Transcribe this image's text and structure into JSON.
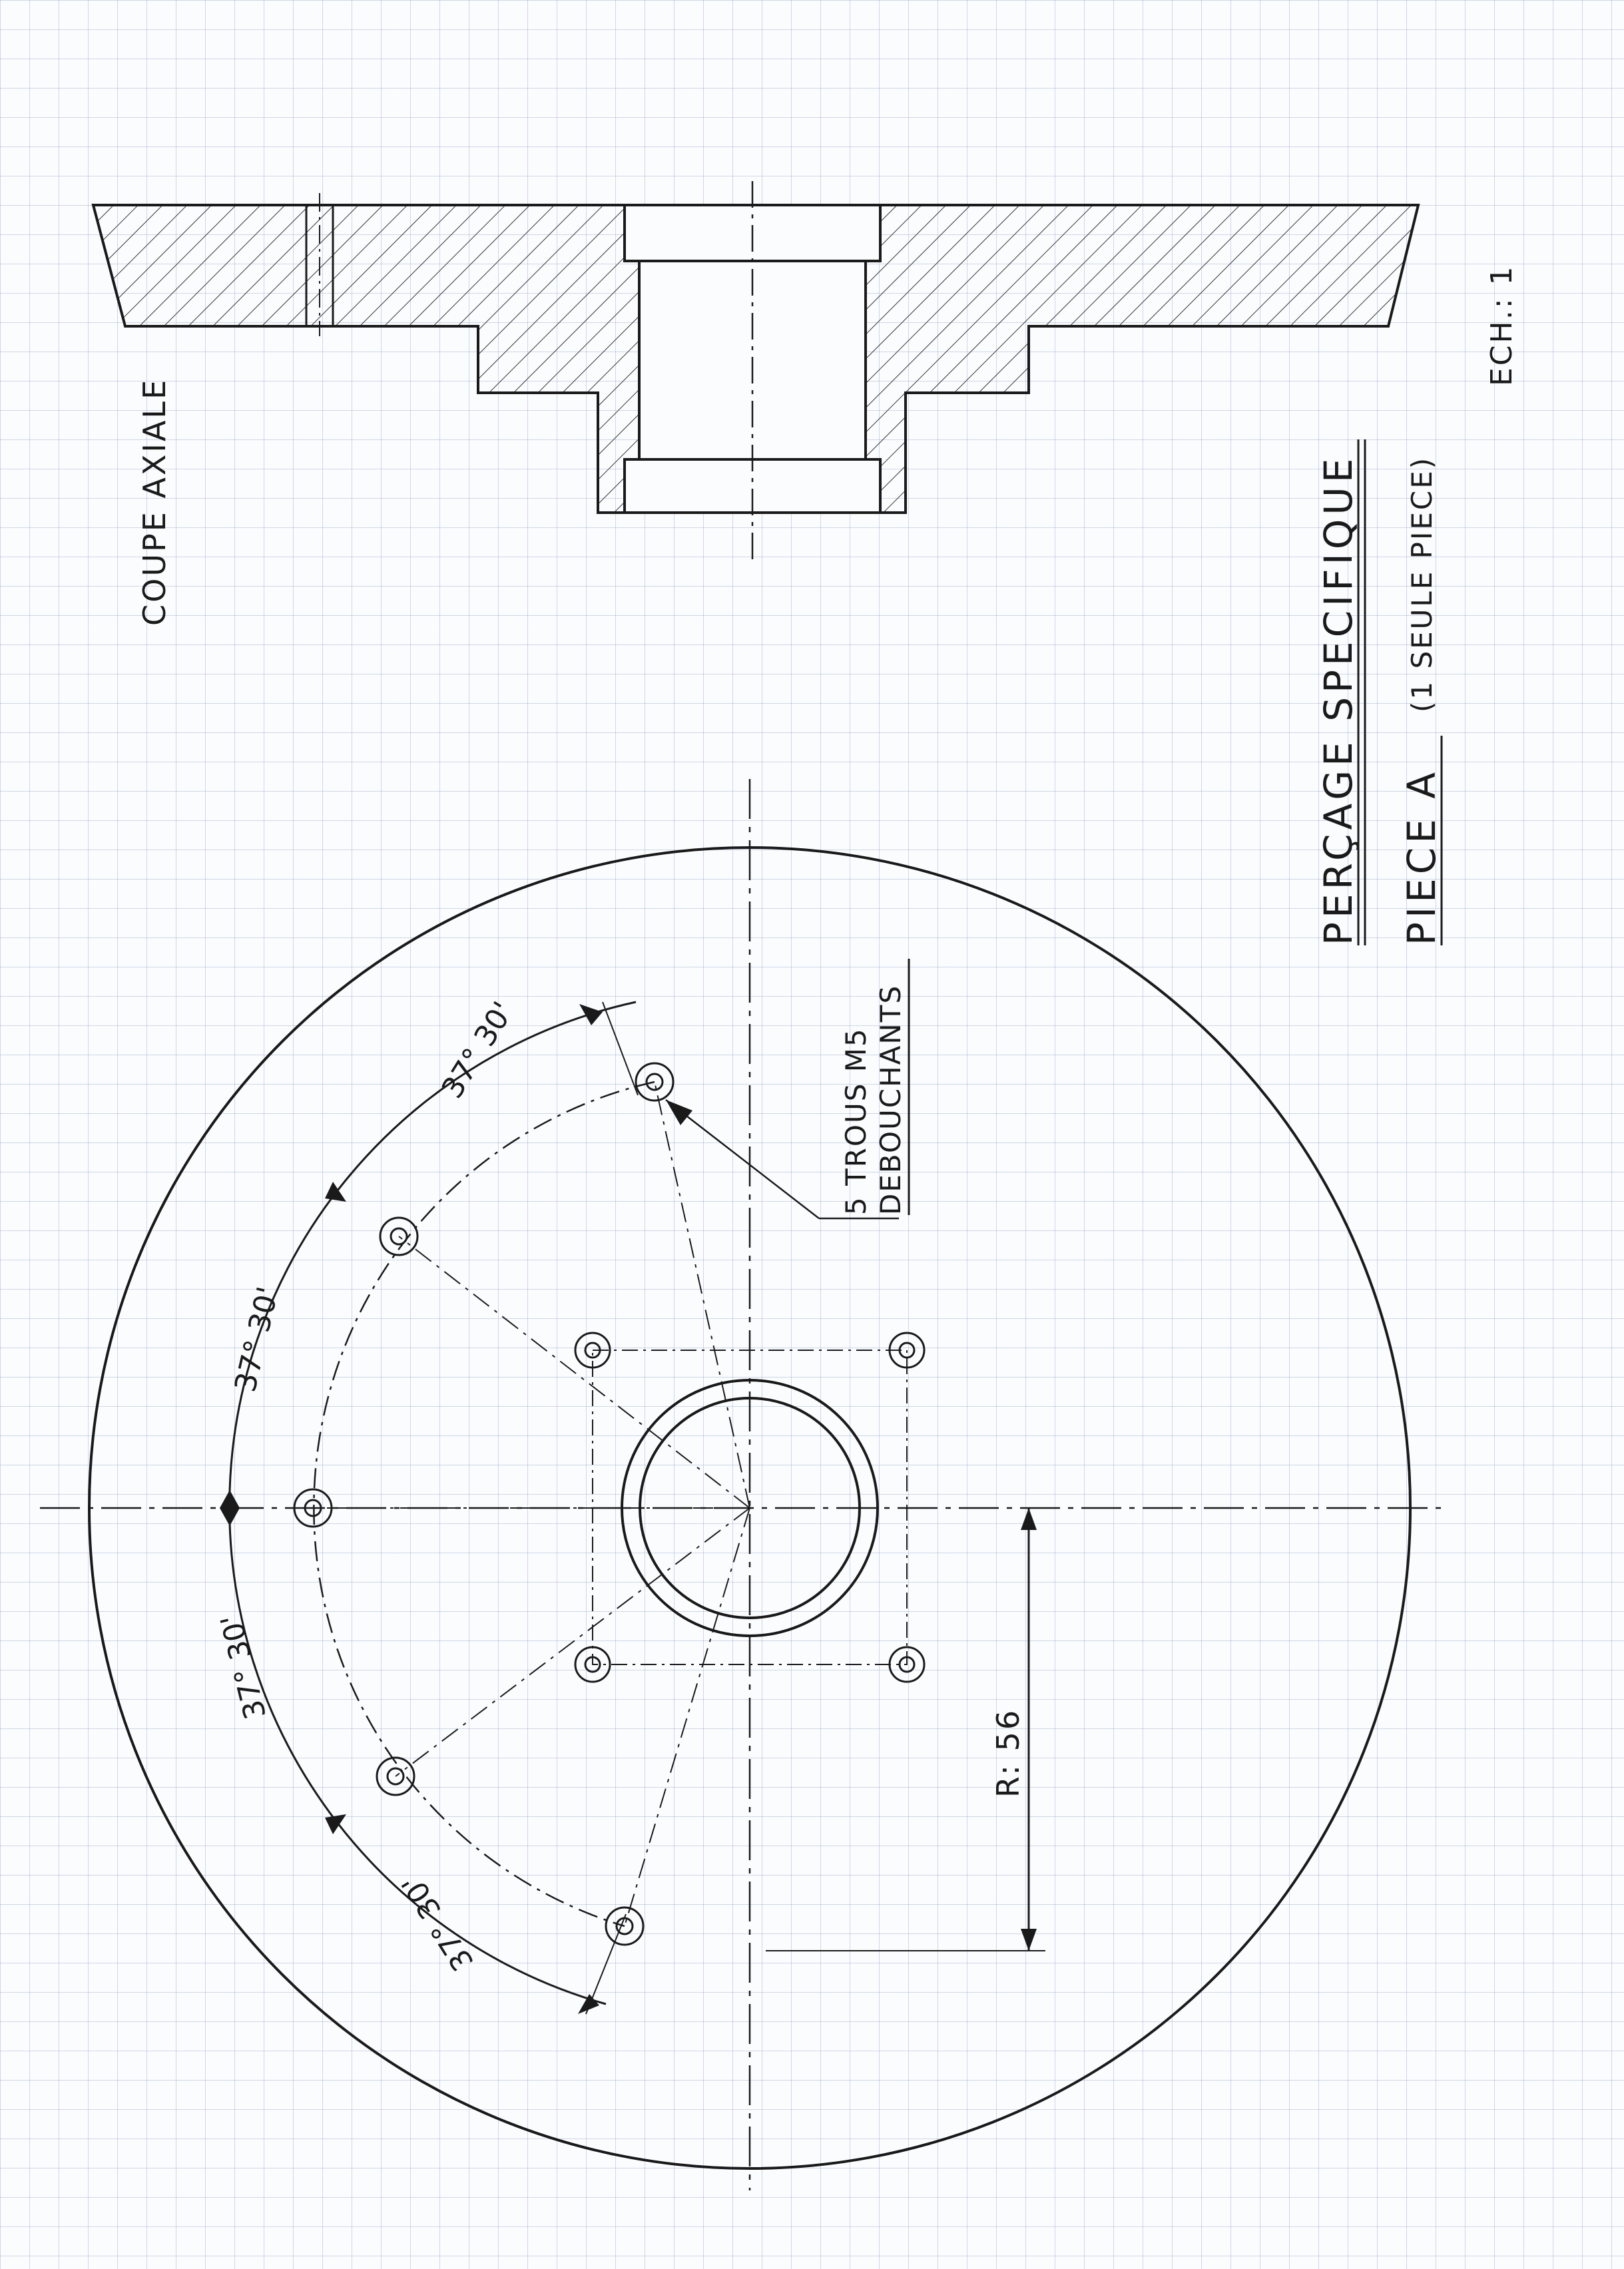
{
  "labels": {
    "section_title": "COUPE AXIALE",
    "holes_line1": "5 TROUS M5",
    "holes_line2": "DEBOUCHANTS",
    "angle": "37° 30'",
    "radius": "R: 56",
    "title_line1": "PERÇAGE SPECIFIQUE",
    "title_line2": "PIECE A",
    "title_line3": "(1 SEULE PIECE)",
    "scale": "ECH.: 1"
  },
  "colors": {
    "ink": "#1a1a1a",
    "grid": "#9fb0cf",
    "paper": "#fbfcfe"
  }
}
